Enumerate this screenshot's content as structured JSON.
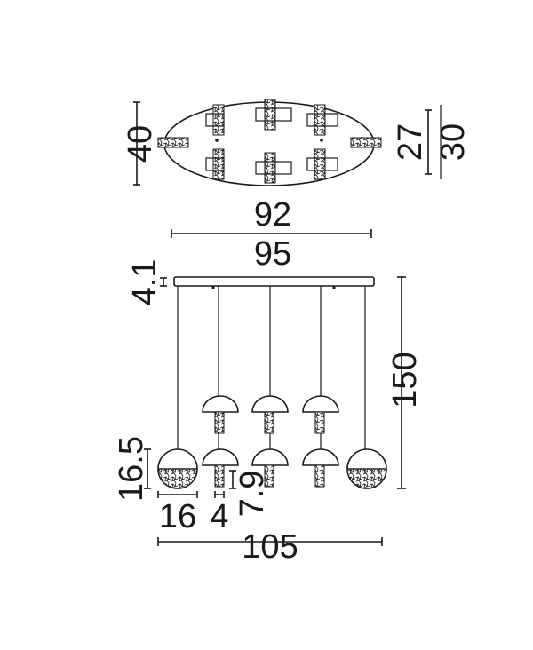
{
  "top_view": {
    "height_label": "40",
    "inner_width_label": "27",
    "outer_width_label": "30"
  },
  "front_view": {
    "canopy_width_inner_label": "92",
    "canopy_width_outer_label": "95",
    "canopy_thickness_label": "4.1",
    "total_drop_label": "150",
    "globe_height_label": "16.5",
    "globe_diameter_label": "16",
    "bar_width_label": "4",
    "bar_height_label": "7.9",
    "total_width_label": "105"
  }
}
